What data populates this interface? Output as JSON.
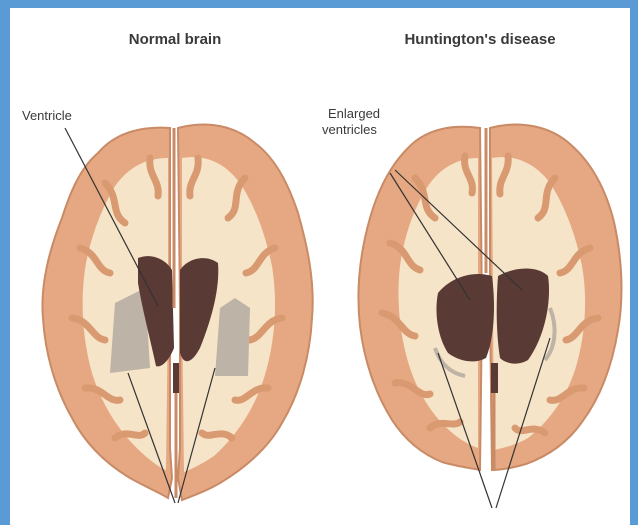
{
  "titles": {
    "left": "Normal brain",
    "right": "Huntington's disease"
  },
  "labels": {
    "ventricle": "Ventricle",
    "enlarged_line1": "Enlarged",
    "enlarged_line2": "ventricles"
  },
  "colors": {
    "frame_border": "#5b9bd5",
    "cortex": "#e6a882",
    "cortex_stroke": "#c98a66",
    "white_matter": "#f6e4c8",
    "ventricle": "#5a3a35",
    "striatum": "#bdb3a6",
    "pointer_line": "#333333"
  }
}
